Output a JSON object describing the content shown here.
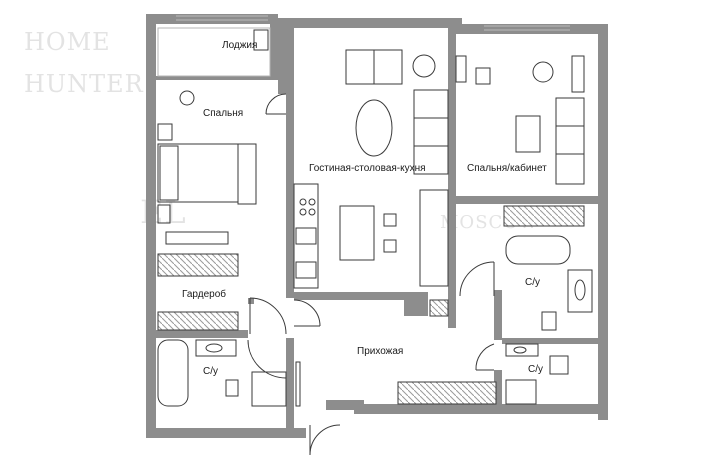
{
  "watermark": {
    "brand_line1": "HOME",
    "brand_line2": "HUNTER",
    "center_left": "EL",
    "center_right": "MOSCOW"
  },
  "rooms": {
    "loggia": "Лоджия",
    "bedroom": "Спальня",
    "living_kitchen": "Гостиная-столовая-кухня",
    "bedroom_office": "Спальня/кабинет",
    "wardrobe": "Гардероб",
    "bathroom_1": "С/у",
    "hallway": "Прихожая",
    "bathroom_2": "С/у",
    "bathroom_3": "С/у"
  },
  "colors": {
    "wall": "#8d8d8d",
    "line": "#3a3a3a",
    "hatch": "#c9c9c9",
    "watermark": "#e3e3e3"
  }
}
